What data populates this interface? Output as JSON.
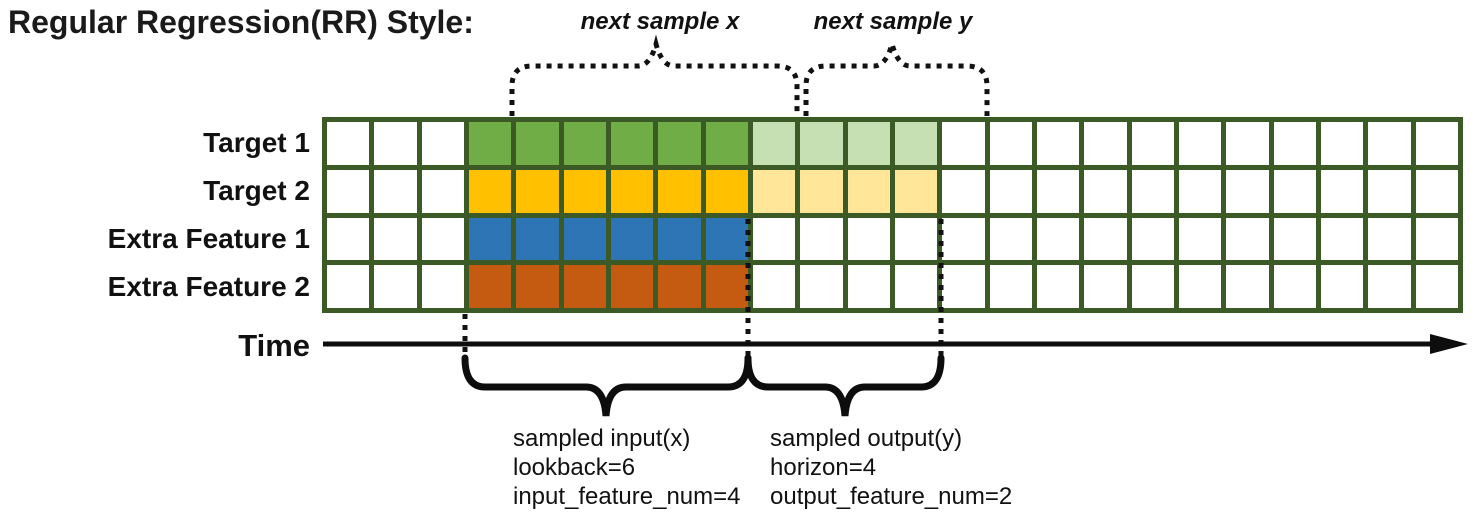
{
  "title": "Regular Regression(RR) Style:",
  "top_annotations": {
    "next_sample_x": "next sample x",
    "next_sample_y": "next sample y"
  },
  "time_axis": {
    "label": "Time"
  },
  "grid": {
    "columns": 24,
    "rows": [
      {
        "label": "Target 1",
        "segments": [
          {
            "count": 3,
            "color": "empty"
          },
          {
            "count": 6,
            "color": "target1_input"
          },
          {
            "count": 4,
            "color": "target1_output"
          },
          {
            "count": 11,
            "color": "empty"
          }
        ]
      },
      {
        "label": "Target 2",
        "segments": [
          {
            "count": 3,
            "color": "empty"
          },
          {
            "count": 6,
            "color": "target2_input"
          },
          {
            "count": 4,
            "color": "target2_output"
          },
          {
            "count": 11,
            "color": "empty"
          }
        ]
      },
      {
        "label": "Extra Feature 1",
        "segments": [
          {
            "count": 3,
            "color": "empty"
          },
          {
            "count": 6,
            "color": "feature1_input"
          },
          {
            "count": 15,
            "color": "empty"
          }
        ]
      },
      {
        "label": "Extra Feature 2",
        "segments": [
          {
            "count": 3,
            "color": "empty"
          },
          {
            "count": 6,
            "color": "feature2_input"
          },
          {
            "count": 15,
            "color": "empty"
          }
        ]
      }
    ]
  },
  "sampling_parameters": {
    "lookback": 6,
    "horizon": 4,
    "input_feature_num": 4,
    "output_feature_num": 2
  },
  "input_annotation": {
    "line1": "sampled input(x)",
    "line2": "lookback=6",
    "line3": "input_feature_num=4"
  },
  "output_annotation": {
    "line1": "sampled output(y)",
    "line2": "horizon=4",
    "line3": "output_feature_num=2"
  },
  "colors": {
    "grid_border": "#3B5A26",
    "empty": "#FFFFFF",
    "target1_input": "#70AD47",
    "target1_output": "#C6E0B4",
    "target2_input": "#FFC000",
    "target2_output": "#FFE699",
    "feature1_input": "#2E75B6",
    "feature2_input": "#C55A11",
    "annotation": "#111111"
  }
}
